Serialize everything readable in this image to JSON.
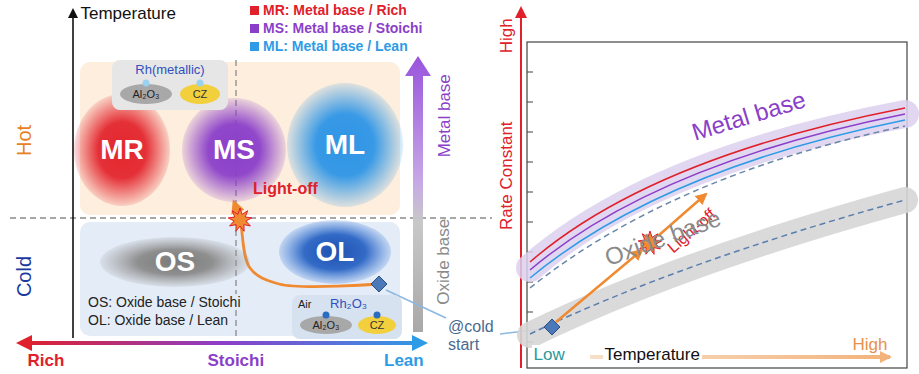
{
  "diagram": {
    "nodes": [
      {
        "text": [
          "Rh(metallic)"
        ]
      },
      {
        "text": [
          "Al₂O₃"
        ],
        "in": 0
      },
      {
        "text": [
          "CZ"
        ],
        "in": 0
      },
      {
        "text": [
          "MR"
        ]
      },
      {
        "text": [
          "MS"
        ]
      },
      {
        "text": [
          "ML"
        ]
      },
      {
        "text": [
          "OS"
        ]
      },
      {
        "text": [
          "OL"
        ]
      },
      {
        "text": [
          "Air",
          "Rh₂O₃"
        ]
      },
      {
        "text": [
          "Al₂O₃"
        ],
        "in": 8
      },
      {
        "text": [
          "CZ"
        ],
        "in": 8
      }
    ],
    "edges": [
      {
        "from": 7,
        "to": 4,
        "arrow": "to",
        "label": "Light-off"
      }
    ],
    "labels": [
      "Temperature",
      "Hot",
      "Cold",
      "Rich",
      "Stoichi",
      "Lean",
      "Metal base",
      "Oxide base",
      "OS: Oxide base / Stoichi",
      "OL: Oxide base / Lean",
      "@cold start",
      "High",
      "Rate Constant",
      "Low",
      "Temperature",
      "High",
      "Metal base",
      "Light-off",
      "Oxide base"
    ],
    "legend": [
      {
        "text": "MR: Metal base / Rich",
        "color": "#e0202a"
      },
      {
        "text": "MS: Metal base / Stoichi",
        "color": "#8b3fc9"
      },
      {
        "text": "ML: Metal base / Lean",
        "color": "#2e9be6"
      }
    ]
  }
}
